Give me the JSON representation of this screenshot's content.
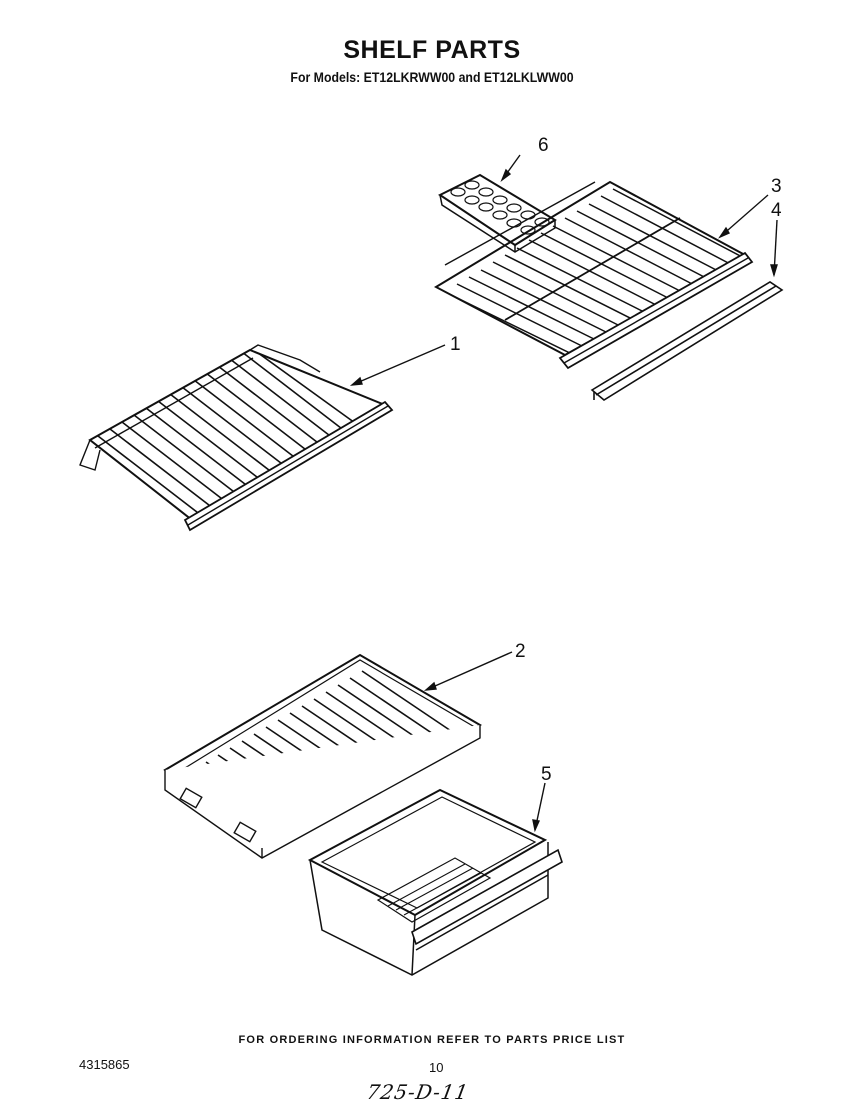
{
  "header": {
    "title": "SHELF PARTS",
    "subtitle": "For Models: ET12LKRWW00 and ET12LKLWW00"
  },
  "callouts": {
    "c1": "1",
    "c2": "2",
    "c3": "3",
    "c4": "4",
    "c5": "5",
    "c6": "6"
  },
  "footer": {
    "ordering_note": "FOR ORDERING INFORMATION REFER TO PARTS PRICE LIST",
    "document_number": "4315865",
    "page_number": "10",
    "handwritten_code": "725-D-11"
  }
}
